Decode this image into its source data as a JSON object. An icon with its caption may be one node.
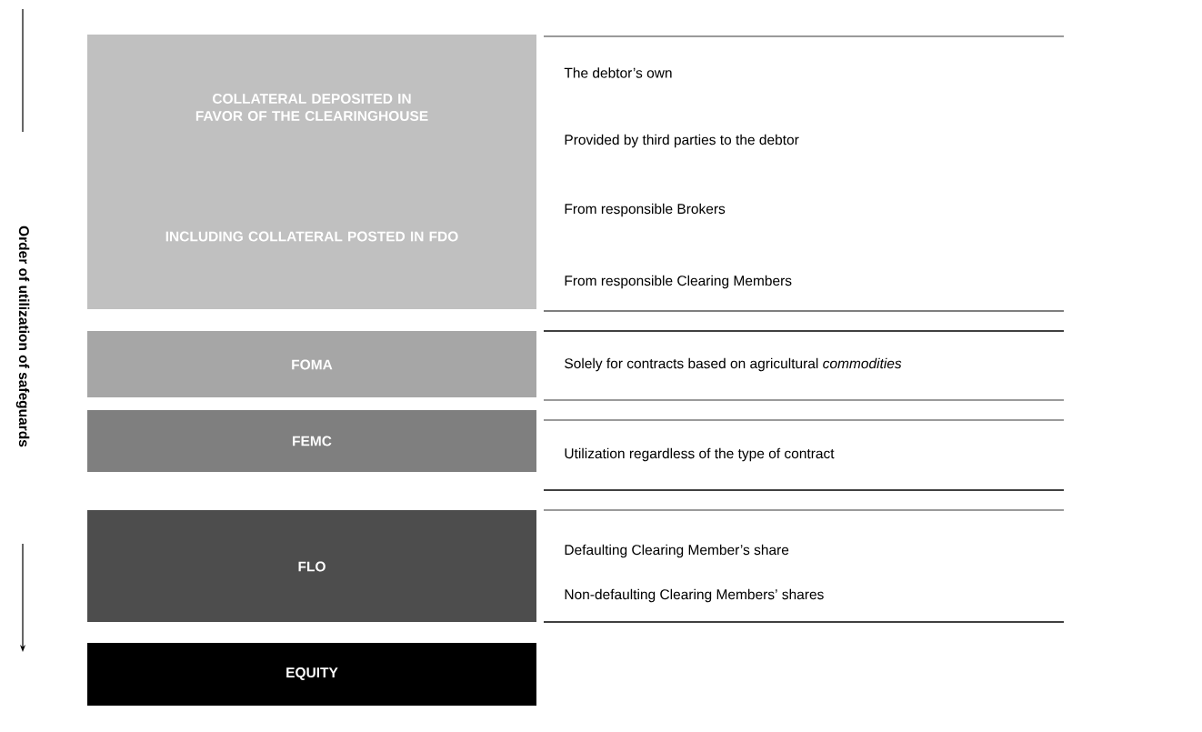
{
  "diagram": {
    "nodes": [
      {
        "text": [
          "COLLATERAL DEPOSITED IN FAVOR OF THE CLEARINGHOUSE",
          "INCLUDING COLLATERAL POSTED IN FDO"
        ],
        "beside": [
          "The debtor’s own",
          "Provided by third parties to the debtor",
          "From responsible Brokers",
          "From responsible Clearing Members"
        ]
      },
      {
        "text": [
          "FOMA"
        ],
        "beside": [
          "Solely for contracts based on agricultural *commodities*"
        ]
      },
      {
        "text": [
          "FEMC"
        ],
        "beside": [
          "Utilization regardless of the type of contract"
        ]
      },
      {
        "text": [
          "FLO"
        ],
        "beside": [
          "Defaulting Clearing Member’s share",
          "Non-defaulting Clearing Members’ shares"
        ]
      },
      {
        "text": [
          "EQUITY"
        ]
      }
    ],
    "labels": [
      "Order of utilization of safeguards"
    ]
  }
}
